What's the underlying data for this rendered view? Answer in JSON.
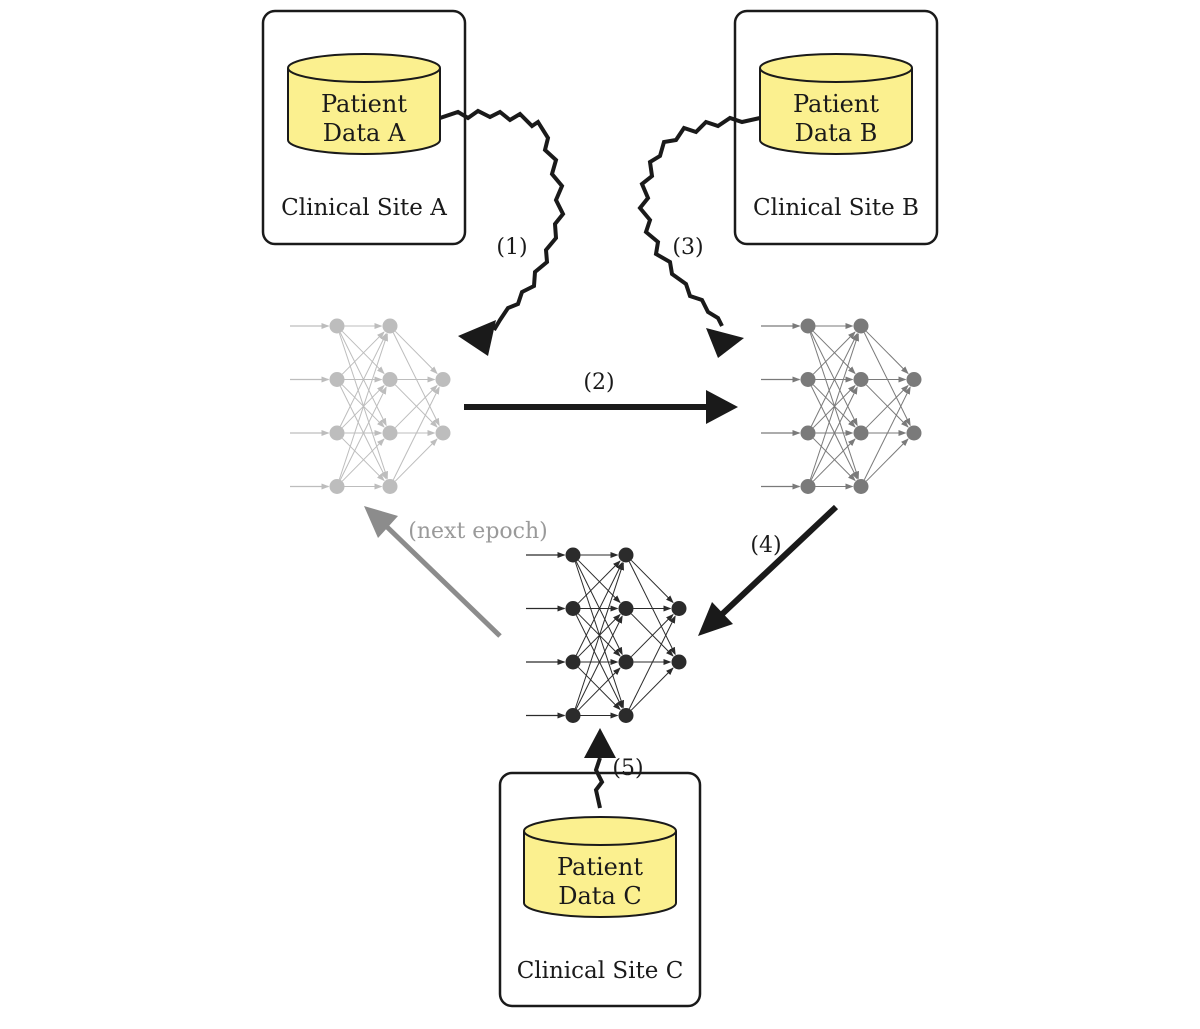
{
  "sites": [
    {
      "id": "A",
      "site_label": "Clinical Site A",
      "db_line1": "Patient",
      "db_line2": "Data A"
    },
    {
      "id": "B",
      "site_label": "Clinical Site B",
      "db_line1": "Patient",
      "db_line2": "Data B"
    },
    {
      "id": "C",
      "site_label": "Clinical Site C",
      "db_line1": "Patient",
      "db_line2": "Data C"
    }
  ],
  "steps": {
    "s1": "(1)",
    "s2": "(2)",
    "s3": "(3)",
    "s4": "(4)",
    "s5": "(5)",
    "next_epoch": "(next epoch)"
  },
  "networks": {
    "structure": [
      4,
      4,
      2
    ],
    "shades": {
      "faded": "#bdbdbd",
      "medium": "#7a7a7a",
      "dark": "#2b2b2b"
    }
  },
  "colors": {
    "database_fill": "#fbf08f",
    "database_stroke": "#1a1a1a",
    "box_stroke": "#1a1a1a",
    "arrow": "#1a1a1a",
    "next_epoch_arrow": "#8c8c8c"
  }
}
